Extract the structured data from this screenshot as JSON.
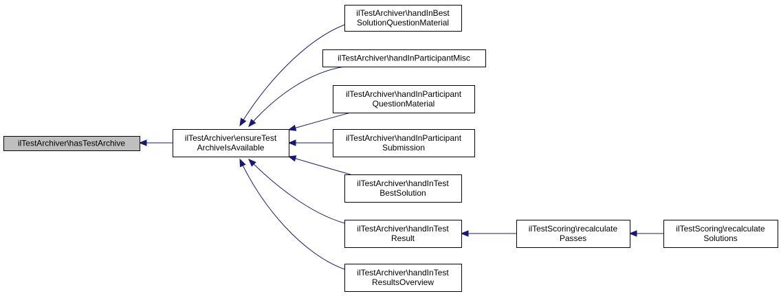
{
  "graph": {
    "nodes": {
      "hasTestArchive": {
        "lines": [
          "ilTestArchiver\\hasTestArchive"
        ],
        "focus": true
      },
      "ensureTestArchiveIsAvailable": {
        "lines": [
          "ilTestArchiver\\ensureTest",
          "ArchiveIsAvailable"
        ]
      },
      "handInBestSolutionQuestionMaterial": {
        "lines": [
          "ilTestArchiver\\handInBest",
          "SolutionQuestionMaterial"
        ]
      },
      "handInParticipantMisc": {
        "lines": [
          "ilTestArchiver\\handInParticipantMisc"
        ]
      },
      "handInParticipantQuestionMaterial": {
        "lines": [
          "ilTestArchiver\\handInParticipant",
          "QuestionMaterial"
        ]
      },
      "handInParticipantSubmission": {
        "lines": [
          "ilTestArchiver\\handInParticipant",
          "Submission"
        ]
      },
      "handInTestBestSolution": {
        "lines": [
          "ilTestArchiver\\handInTest",
          "BestSolution"
        ]
      },
      "handInTestResult": {
        "lines": [
          "ilTestArchiver\\handInTest",
          "Result"
        ]
      },
      "handInTestResultsOverview": {
        "lines": [
          "ilTestArchiver\\handInTest",
          "ResultsOverview"
        ]
      },
      "recalculatePasses": {
        "lines": [
          "ilTestScoring\\recalculate",
          "Passes"
        ]
      },
      "recalculateSolutions": {
        "lines": [
          "ilTestScoring\\recalculate",
          "Solutions"
        ]
      }
    },
    "edges": [
      {
        "from": "ensureTestArchiveIsAvailable",
        "to": "hasTestArchive"
      },
      {
        "from": "handInBestSolutionQuestionMaterial",
        "to": "ensureTestArchiveIsAvailable"
      },
      {
        "from": "handInParticipantMisc",
        "to": "ensureTestArchiveIsAvailable"
      },
      {
        "from": "handInParticipantQuestionMaterial",
        "to": "ensureTestArchiveIsAvailable"
      },
      {
        "from": "handInParticipantSubmission",
        "to": "ensureTestArchiveIsAvailable"
      },
      {
        "from": "handInTestBestSolution",
        "to": "ensureTestArchiveIsAvailable"
      },
      {
        "from": "handInTestResult",
        "to": "ensureTestArchiveIsAvailable"
      },
      {
        "from": "handInTestResultsOverview",
        "to": "ensureTestArchiveIsAvailable"
      },
      {
        "from": "recalculatePasses",
        "to": "handInTestResult"
      },
      {
        "from": "recalculateSolutions",
        "to": "recalculatePasses"
      }
    ],
    "colors": {
      "edge": "#191970",
      "focus_fill": "#bfbfbf",
      "node_fill": "#ffffff",
      "node_border": "#000000"
    }
  }
}
